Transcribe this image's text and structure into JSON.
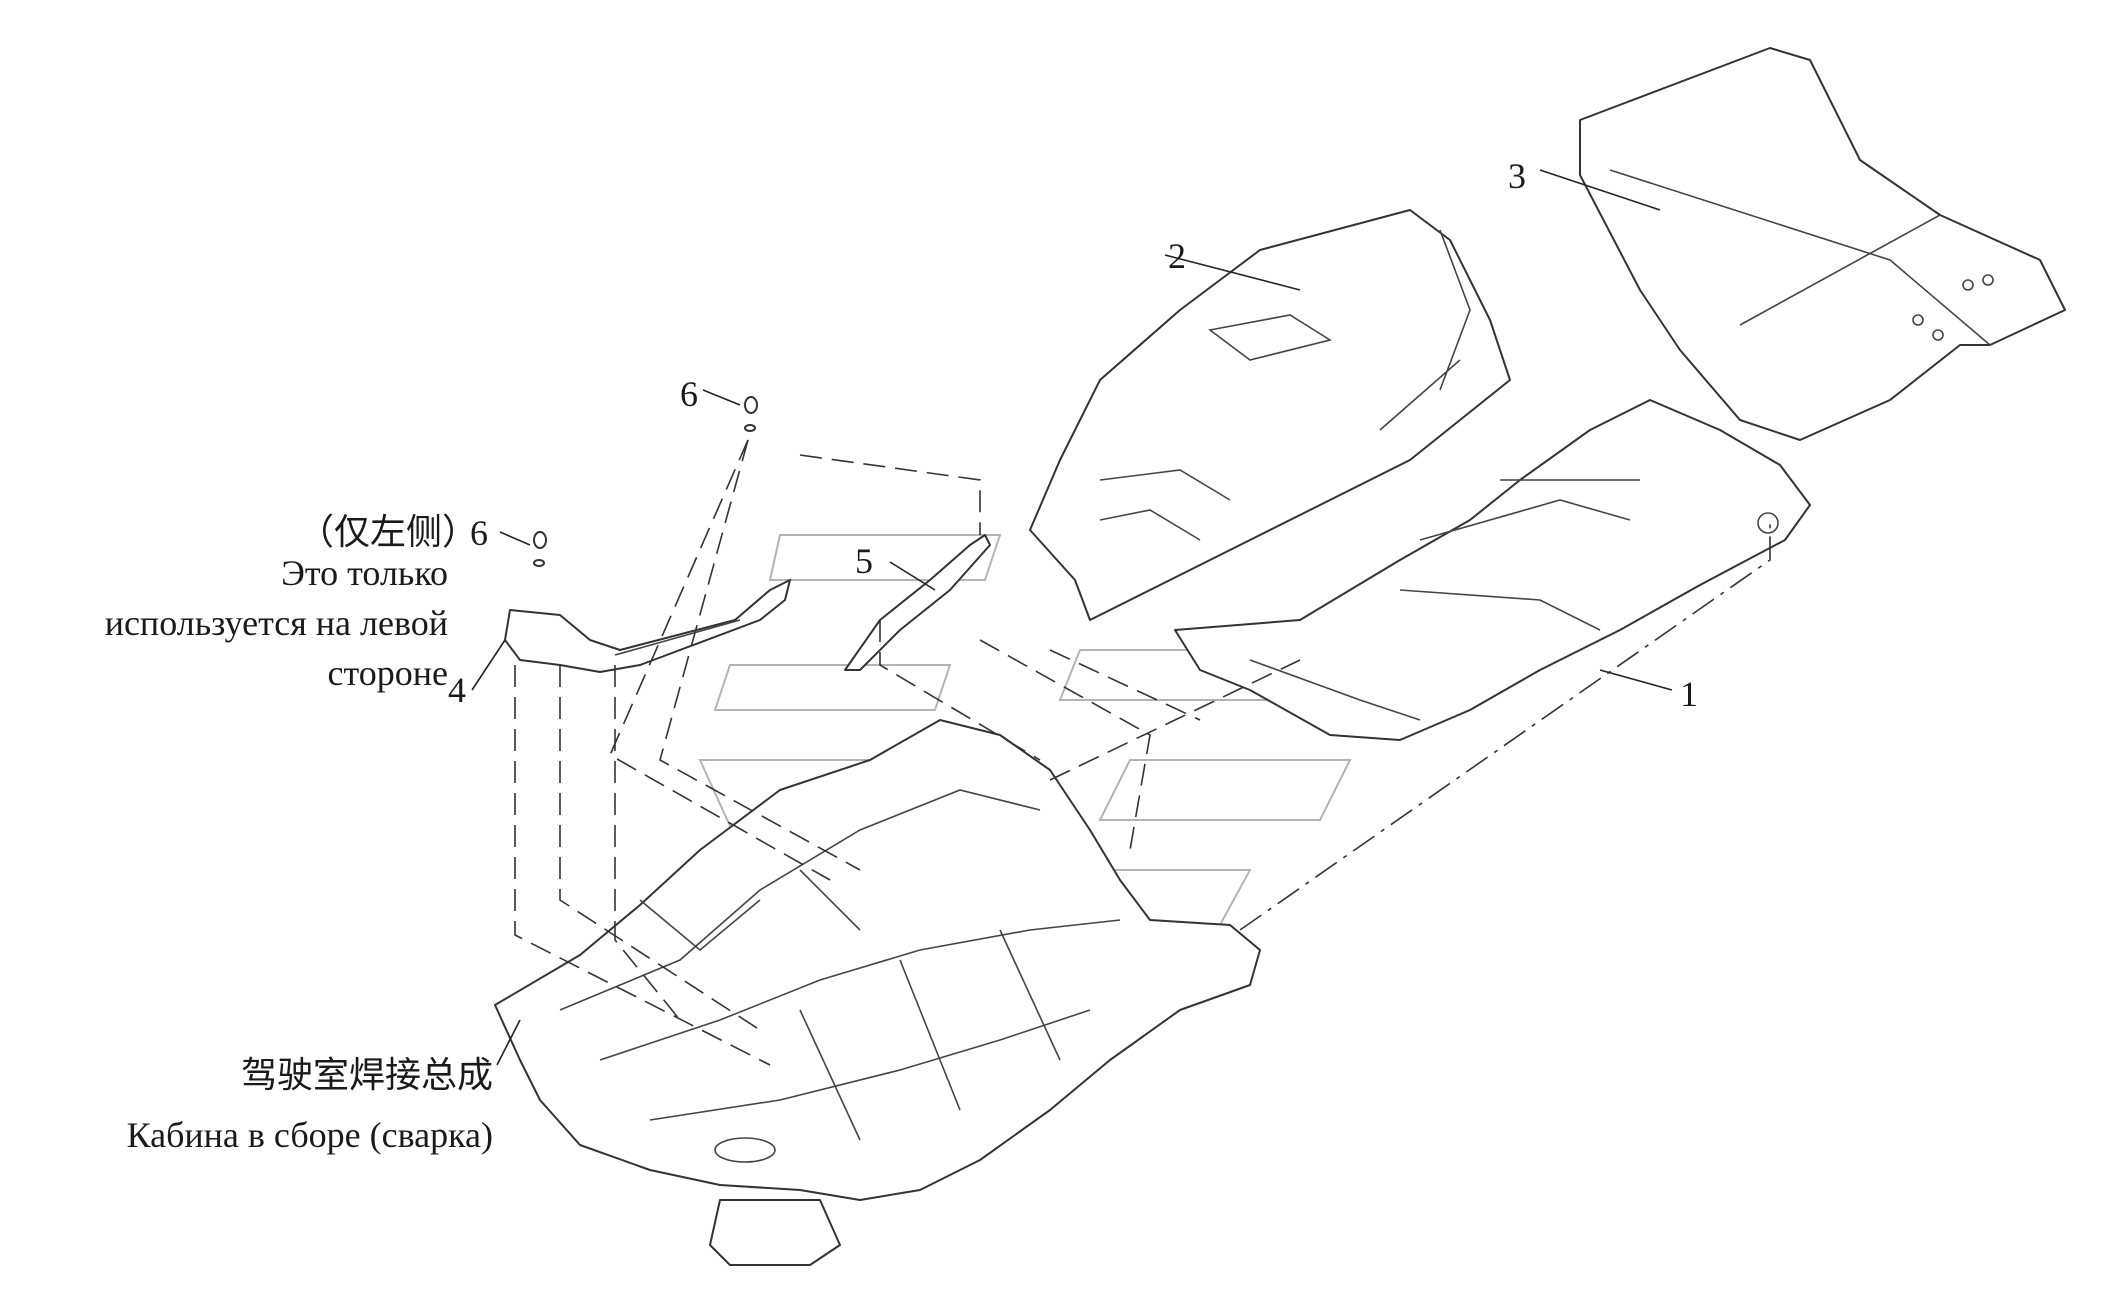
{
  "diagram": {
    "callouts": {
      "c1": "1",
      "c2": "2",
      "c3": "3",
      "c4": "4",
      "c5": "5",
      "c6_top": "6",
      "c6_left": "6"
    },
    "note_left_only_cn": "（仅左侧）",
    "note_left_only_ru_line1": "Это только",
    "note_left_only_ru_line2": "используется на левой",
    "note_left_only_ru_line3": "стороне",
    "cab_assembly_cn": "驾驶室焊接总成",
    "cab_assembly_ru": "Кабина в сборе (сварка)"
  }
}
